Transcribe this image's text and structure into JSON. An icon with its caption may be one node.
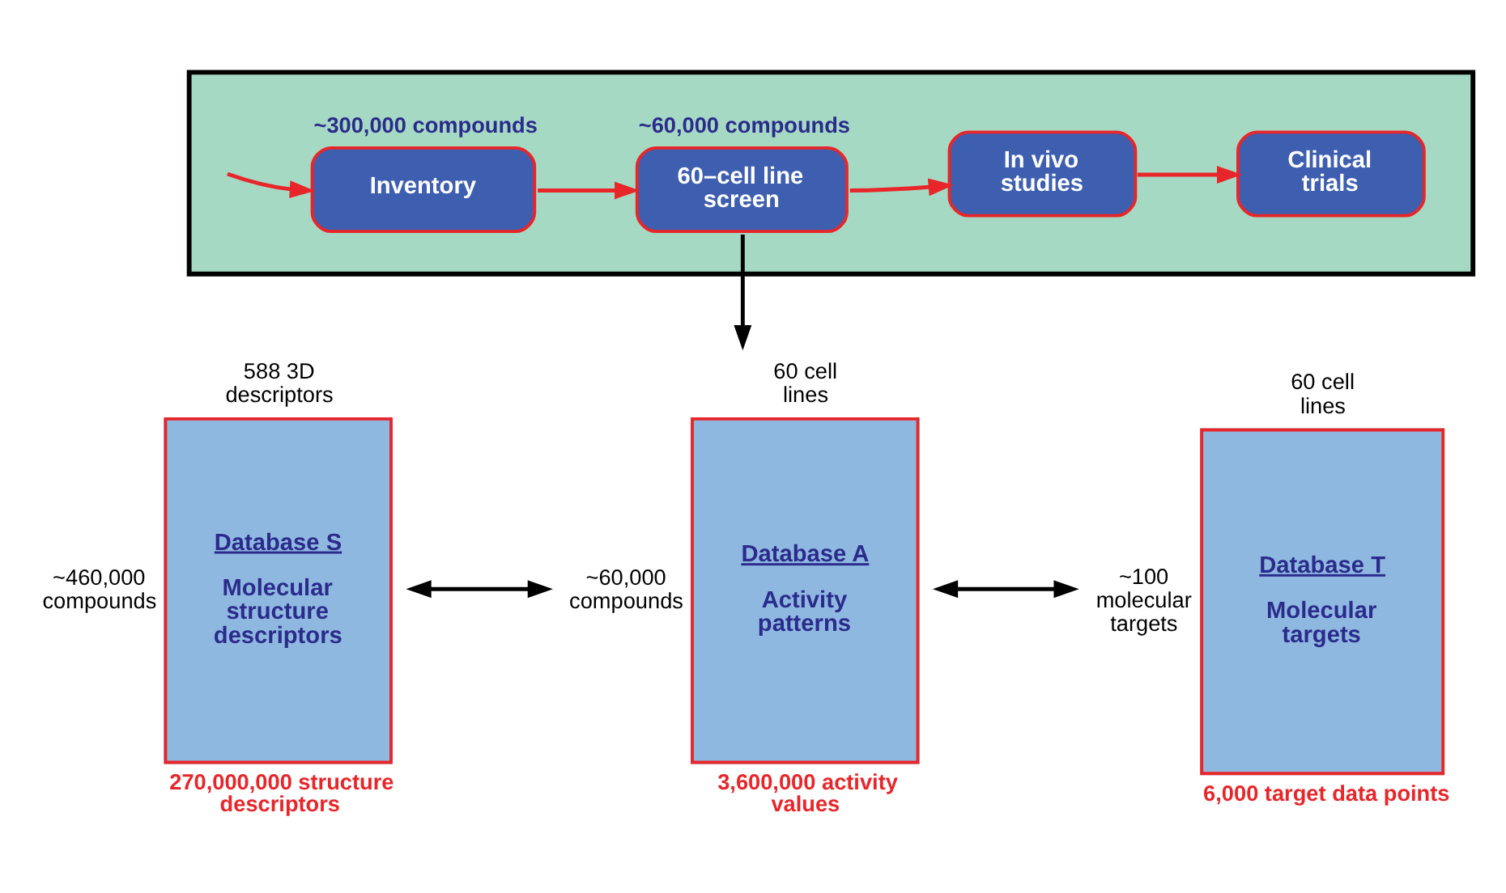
{
  "diagram": {
    "nodes": [
      {
        "text": [],
        "shape": "box"
      },
      {
        "text": [
          "Inventory"
        ],
        "in": 0,
        "beside": [
          "~300,000 compounds"
        ]
      },
      {
        "text": [
          "60–cell line screen"
        ],
        "in": 0,
        "beside": [
          "~60,000 compounds"
        ]
      },
      {
        "text": [
          "In vivo studies"
        ],
        "in": 0
      },
      {
        "text": [
          "Clinical trials"
        ],
        "in": 0
      },
      {
        "text": [
          "Database S",
          "Molecular structure descriptors"
        ],
        "beside": [
          "588 3D descriptors",
          "~460,000 compounds",
          "270,000,000 structure descriptors"
        ]
      },
      {
        "text": [
          "Database A",
          "Activity patterns"
        ],
        "beside": [
          "60 cell lines",
          "~60,000 compounds",
          "3,600,000 activity values"
        ]
      },
      {
        "text": [
          "Database T",
          "Molecular targets"
        ],
        "beside": [
          "60 cell lines",
          "~100 molecular targets",
          "6,000 target data points"
        ]
      }
    ],
    "edges": [
      {
        "from": null,
        "to": 1,
        "arrow": "to"
      },
      {
        "from": 1,
        "to": 2,
        "arrow": "to"
      },
      {
        "from": 2,
        "to": 3,
        "arrow": "to"
      },
      {
        "from": 3,
        "to": 4,
        "arrow": "to"
      },
      {
        "from": 2,
        "to": 6,
        "arrow": "to",
        "color": "#000000"
      },
      {
        "from": 5,
        "to": 6,
        "arrow": "both",
        "color": "#000000"
      },
      {
        "from": 6,
        "to": 7,
        "arrow": "both",
        "color": "#000000"
      }
    ]
  }
}
